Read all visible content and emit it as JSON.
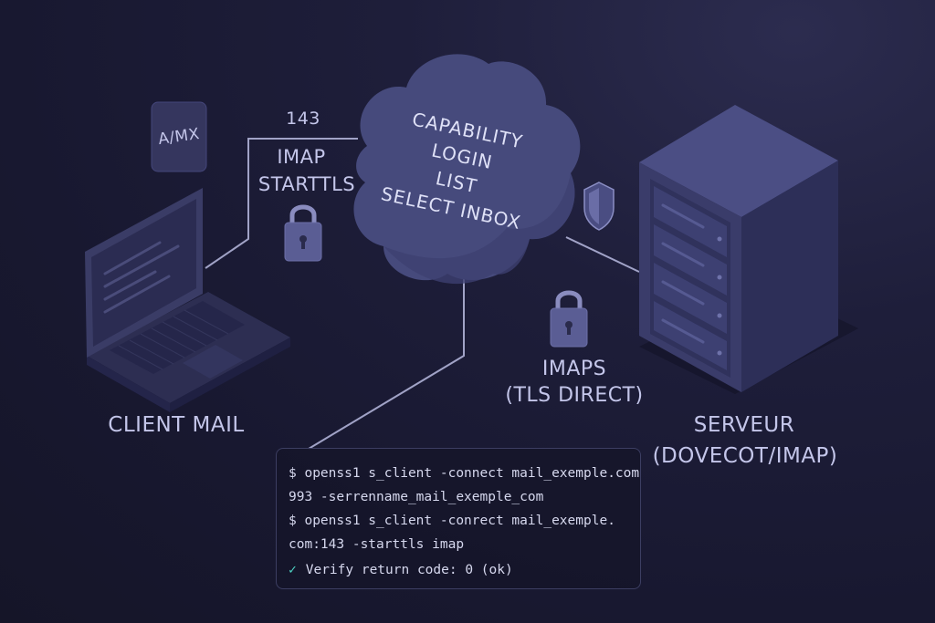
{
  "labels": {
    "port": "143",
    "imap_line1": "IMAP",
    "imap_line2": "STARTTLS",
    "imaps_line1": "IMAPS",
    "imaps_line2": "(TLS DIRECT)",
    "client": "CLIENT MAIL",
    "server_line1": "SERVEUR",
    "server_line2": "(DOVECOT/IMAP)",
    "dns_card": "A/MX"
  },
  "cloud": {
    "commands": [
      "CAPABILITY",
      "LOGIN",
      "LIST",
      "SELECT INBOX"
    ]
  },
  "terminal": {
    "lines": [
      "$ openss1 s_client -connect mail_exemple.com",
      "993 -serrenname_mail_exemple_com",
      "$ openss1 s_client -conrect mail_exemple.",
      "com:143 -starttls imap"
    ],
    "status": "Verify return code: 0 (ok)"
  },
  "colors": {
    "background": "#1b1b33",
    "accent": "#4fd6c6",
    "device": "#3b3d66",
    "text": "#c4c6ea"
  }
}
